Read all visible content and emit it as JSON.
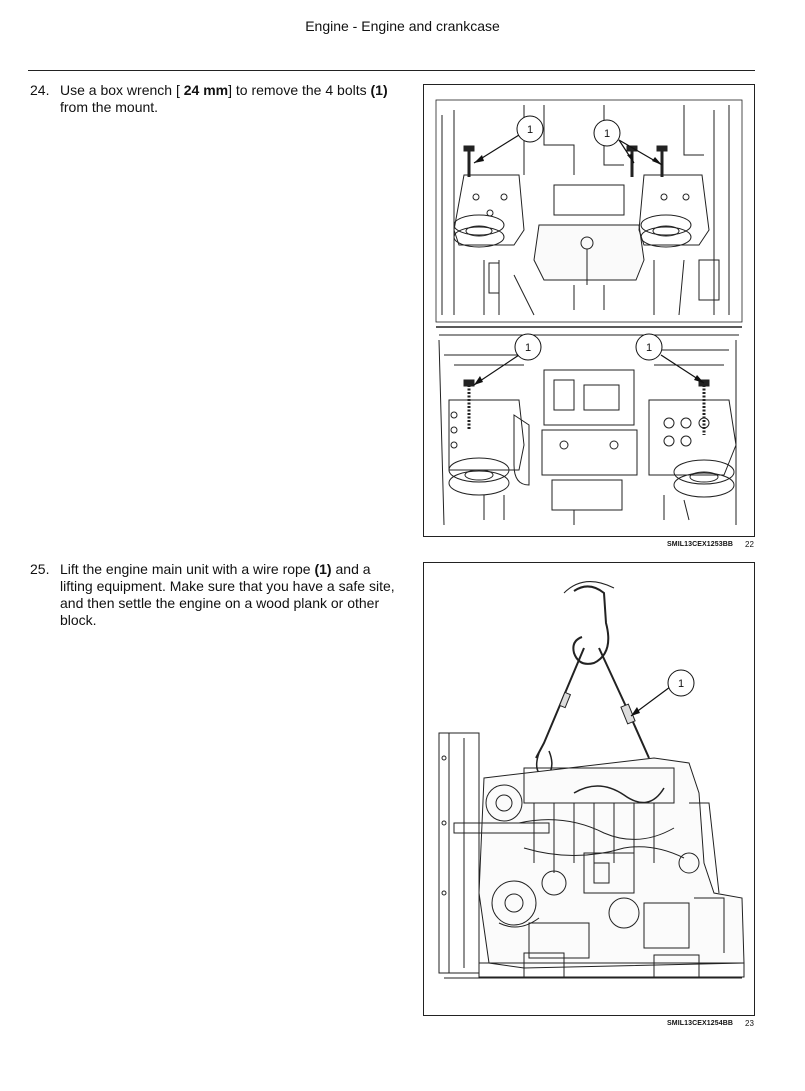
{
  "header": {
    "title": "Engine - Engine and crankcase"
  },
  "steps": [
    {
      "number": "24.",
      "text_before": "Use a box wrench [ ",
      "bold_1": "24 mm",
      "text_mid": "] to remove the 4 bolts ",
      "bold_2": "(1)",
      "text_after": " from the mount."
    },
    {
      "number": "25.",
      "text_before": "Lift the engine main unit with a wire rope ",
      "bold_1": "(1)",
      "text_after": " and a lifting equipment. Make sure that you have a safe site, and then settle the engine on a wood plank or other block."
    }
  ],
  "figures": [
    {
      "caption": "SMIL13CEX1253BB",
      "number": "22",
      "callouts": [
        "1",
        "1",
        "1",
        "1"
      ]
    },
    {
      "caption": "SMIL13CEX1254BB",
      "number": "23",
      "callouts": [
        "1"
      ]
    }
  ]
}
